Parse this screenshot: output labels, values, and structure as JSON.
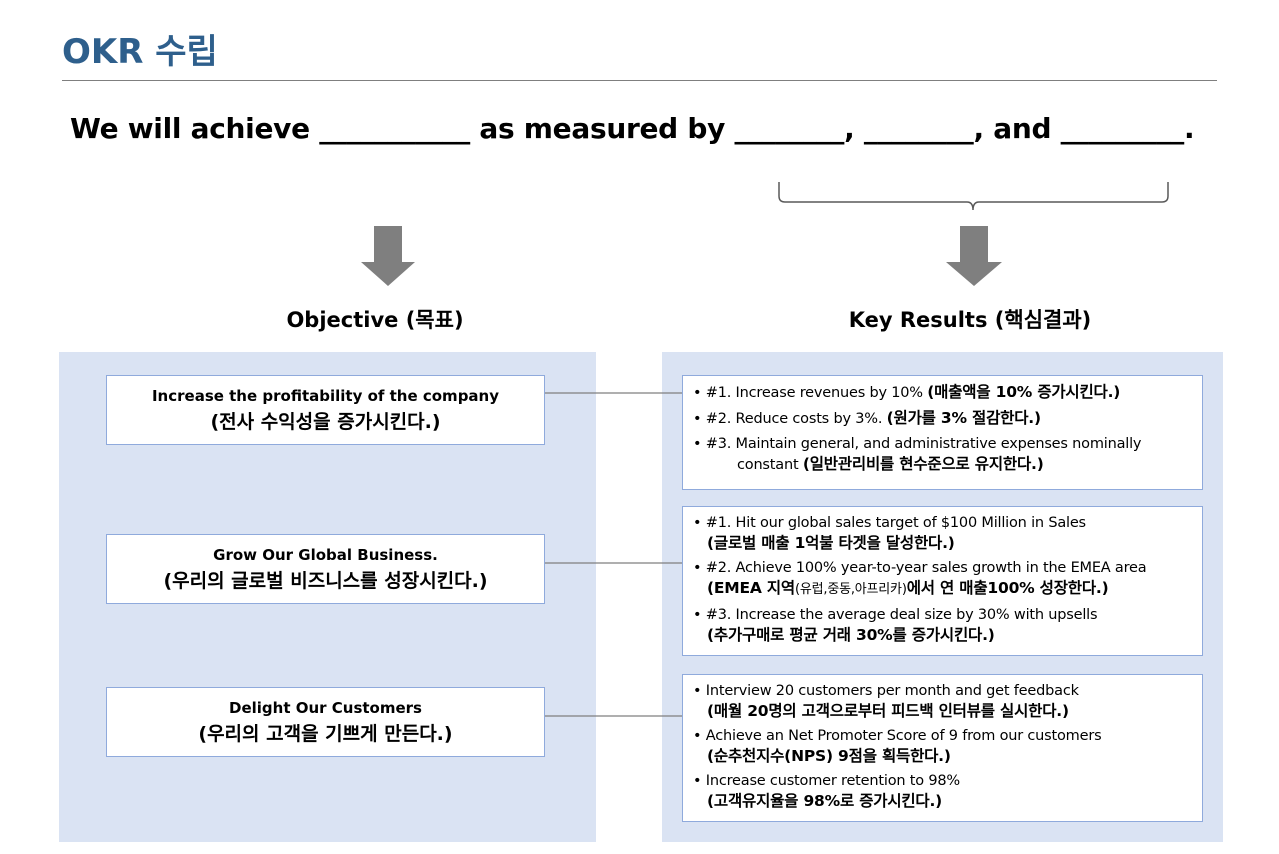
{
  "title": "OKR 수립",
  "sentence": "We will achieve ___________ as measured by ________, ________, and _________.",
  "labels": {
    "objective": "Objective (목표)",
    "key_results": "Key Results (핵심결과)"
  },
  "objectives": [
    {
      "en": "Increase the profitability of the company",
      "ko": "(전사 수익성을 증가시킨다.)"
    },
    {
      "en": "Grow Our Global Business.",
      "ko": "(우리의 글로벌 비즈니스를 성장시킨다.)"
    },
    {
      "en": "Delight Our Customers",
      "ko": "(우리의 고객을 기쁘게 만든다.)"
    }
  ],
  "key_results": [
    {
      "items": [
        {
          "en": "• #1. Increase revenues by 10% ",
          "ko": "(매출액을 10% 증가시킨다.)"
        },
        {
          "en": "• #2. Reduce costs by 3%. ",
          "ko": "(원가를 3% 절감한다.)"
        },
        {
          "en": "• #3. Maintain general, and administrative expenses nominally",
          "en2": "constant ",
          "ko": "(일반관리비를 현수준으로 유지한다.)"
        }
      ]
    },
    {
      "items": [
        {
          "en": "• #1. Hit our global sales target of $100 Million in Sales",
          "ko": "(글로벌 매출 1억불 타겟을 달성한다.)"
        },
        {
          "en": "• #2. Achieve 100% year-to-year sales growth in the EMEA area",
          "ko_a": "(EMEA 지역",
          "ko_b": "(유럽,중동,아프리카)",
          "ko_c": "에서 연 매출100% 성장한다.)"
        },
        {
          "en": "• #3. Increase the average deal size by 30% with upsells",
          "ko": "(추가구매로 평균 거래 30%를 증가시킨다.)"
        }
      ]
    },
    {
      "items": [
        {
          "en": "• Interview 20 customers per month and get feedback",
          "ko": "(매월 20명의 고객으로부터 피드백 인터뷰를 실시한다.)"
        },
        {
          "en": "• Achieve an Net Promoter Score of 9 from our customers",
          "ko": "(순추천지수(NPS) 9점을 획득한다.)"
        },
        {
          "en": "• Increase customer retention to 98%",
          "ko": "(고객유지율을 98%로 증가시킨다.)"
        }
      ]
    }
  ],
  "colors": {
    "title": "#2e5f8c",
    "panel": "#dae3f3",
    "box_border": "#8faadc",
    "arrow": "#7f7f7f"
  }
}
